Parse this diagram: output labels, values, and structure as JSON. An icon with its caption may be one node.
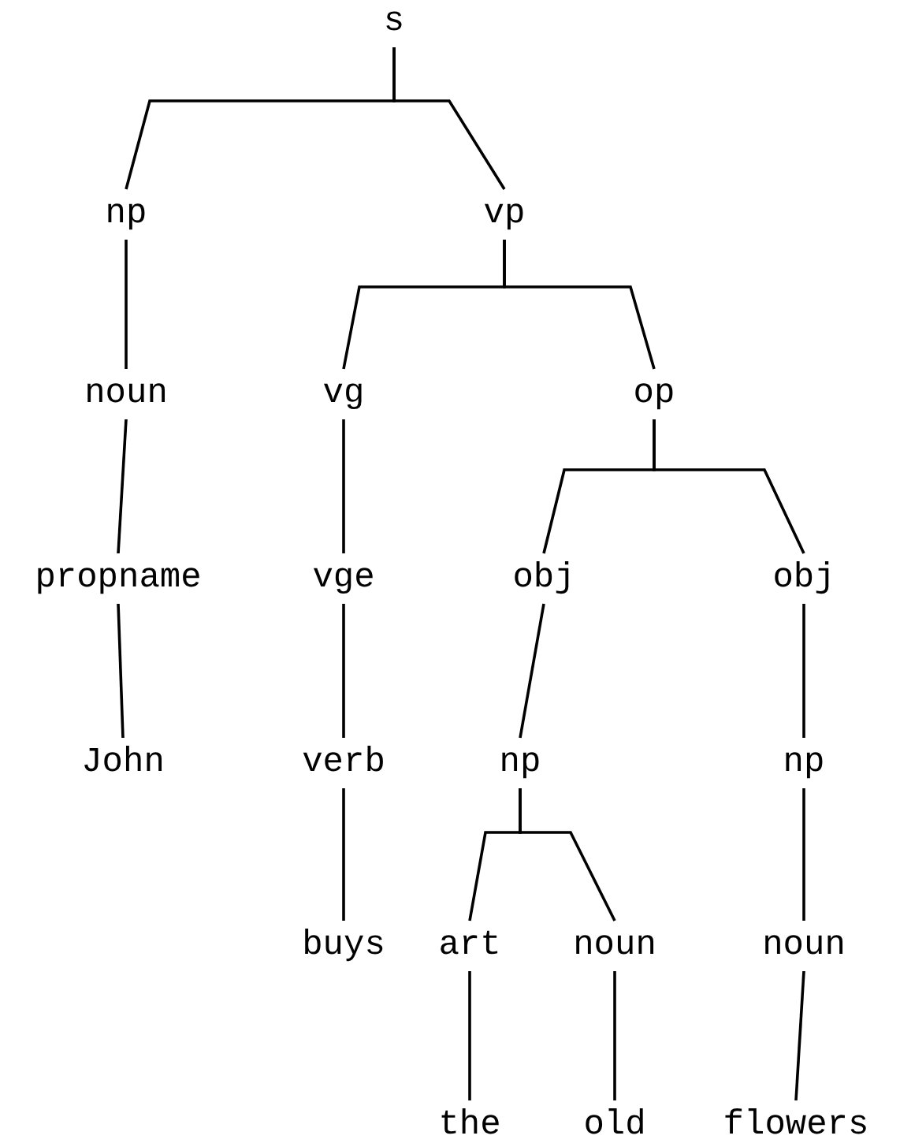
{
  "diagram": {
    "nodes": [
      {
        "text": [
          "s"
        ]
      },
      {
        "text": [
          "np"
        ]
      },
      {
        "text": [
          "vp"
        ]
      },
      {
        "text": [
          "noun"
        ]
      },
      {
        "text": [
          "propname"
        ]
      },
      {
        "text": [
          "John"
        ]
      },
      {
        "text": [
          "vg"
        ]
      },
      {
        "text": [
          "vge"
        ]
      },
      {
        "text": [
          "verb"
        ]
      },
      {
        "text": [
          "buys"
        ]
      },
      {
        "text": [
          "op"
        ]
      },
      {
        "text": [
          "obj"
        ]
      },
      {
        "text": [
          "np"
        ]
      },
      {
        "text": [
          "art"
        ]
      },
      {
        "text": [
          "the"
        ]
      },
      {
        "text": [
          "noun"
        ]
      },
      {
        "text": [
          "old"
        ]
      },
      {
        "text": [
          "obj"
        ]
      },
      {
        "text": [
          "np"
        ]
      },
      {
        "text": [
          "noun"
        ]
      },
      {
        "text": [
          "flowers"
        ]
      }
    ],
    "edges": [
      {
        "from": 0,
        "to": 1,
        "arrow": "none"
      },
      {
        "from": 0,
        "to": 2,
        "arrow": "none"
      },
      {
        "from": 1,
        "to": 3,
        "arrow": "none"
      },
      {
        "from": 3,
        "to": 4,
        "arrow": "none"
      },
      {
        "from": 4,
        "to": 5,
        "arrow": "none"
      },
      {
        "from": 2,
        "to": 6,
        "arrow": "none"
      },
      {
        "from": 2,
        "to": 10,
        "arrow": "none"
      },
      {
        "from": 6,
        "to": 7,
        "arrow": "none"
      },
      {
        "from": 7,
        "to": 8,
        "arrow": "none"
      },
      {
        "from": 8,
        "to": 9,
        "arrow": "none"
      },
      {
        "from": 10,
        "to": 11,
        "arrow": "none"
      },
      {
        "from": 10,
        "to": 17,
        "arrow": "none"
      },
      {
        "from": 11,
        "to": 12,
        "arrow": "none"
      },
      {
        "from": 12,
        "to": 13,
        "arrow": "none"
      },
      {
        "from": 12,
        "to": 15,
        "arrow": "none"
      },
      {
        "from": 13,
        "to": 14,
        "arrow": "none"
      },
      {
        "from": 15,
        "to": 16,
        "arrow": "none"
      },
      {
        "from": 17,
        "to": 18,
        "arrow": "none"
      },
      {
        "from": 18,
        "to": 19,
        "arrow": "none"
      },
      {
        "from": 19,
        "to": 20,
        "arrow": "none"
      }
    ]
  }
}
